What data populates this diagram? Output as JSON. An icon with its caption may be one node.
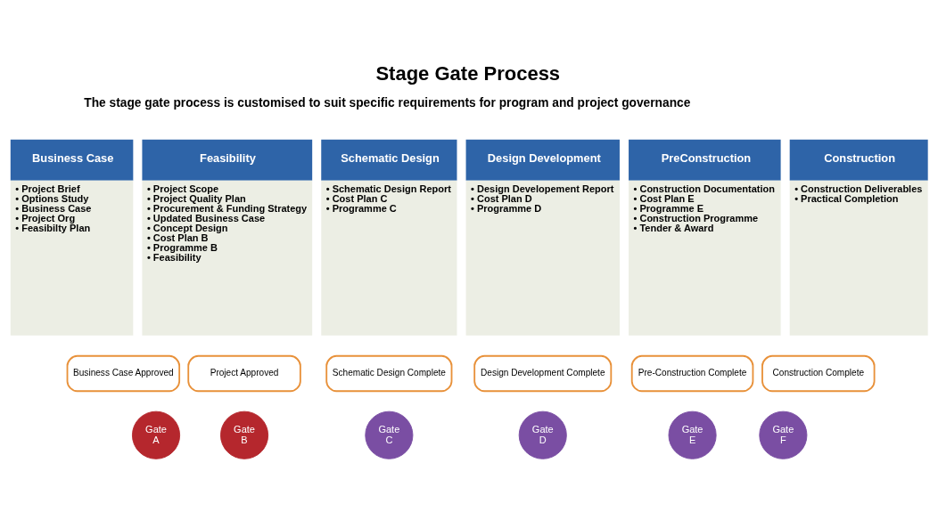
{
  "diagram": {
    "title": "Stage Gate Process",
    "nodes": [
      {
        "text": [
          "Business Case",
          "• Project Brief",
          "• Options Study",
          "• Business Case",
          "• Project Org",
          "• Feasibilty Plan"
        ]
      },
      {
        "text": [
          "Feasibility",
          "• Project Scope",
          "• Project Quality Plan",
          "• Procurement & Funding Strategy",
          "• Updated Business Case",
          "• Concept Design",
          "• Cost Plan B",
          "• Programme B",
          "• Feasibility"
        ]
      },
      {
        "text": [
          "Schematic Design",
          "• Schematic Design Report",
          "• Cost Plan C",
          "• Programme C"
        ]
      },
      {
        "text": [
          "Design Development",
          "• Design Developement Report",
          "• Cost Plan D",
          "• Programme D"
        ]
      },
      {
        "text": [
          "PreConstruction",
          "• Construction Documentation",
          "• Cost Plan E",
          "• Programme E",
          "• Construction Programme",
          "• Tender & Award"
        ]
      },
      {
        "text": [
          "Construction",
          "• Construction Deliverables",
          "• Practical Completion"
        ]
      },
      {
        "text": [
          "Business Case Approved"
        ]
      },
      {
        "text": [
          "Project Approved"
        ]
      },
      {
        "text": [
          "Schematic Design Complete"
        ]
      },
      {
        "text": [
          "Design Development Complete"
        ]
      },
      {
        "text": [
          "Pre-Construction Complete"
        ]
      },
      {
        "text": [
          "Construction Complete"
        ]
      },
      {
        "text": [
          "Gate A"
        ]
      },
      {
        "text": [
          "Gate B"
        ]
      },
      {
        "text": [
          "Gate C"
        ]
      },
      {
        "text": [
          "Gate D"
        ]
      },
      {
        "text": [
          "Gate E"
        ]
      },
      {
        "text": [
          "Gate F"
        ]
      }
    ],
    "edges": [],
    "labels": [
      "The stage gate process is customised to suit specific requirements for program and project governance"
    ]
  }
}
